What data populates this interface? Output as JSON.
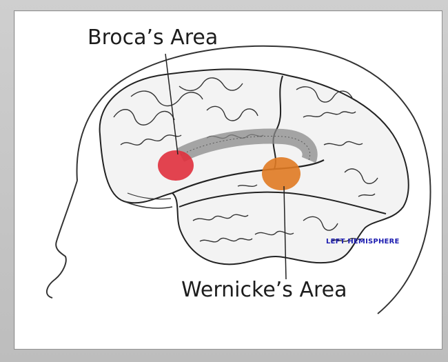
{
  "labels": {
    "broca": "Broca’s Area",
    "wernicke": "Wernicke’s Area",
    "hemisphere": "LEFT HEMISPHERE"
  },
  "colors": {
    "broca_region": "#e0303d",
    "wernicke_region": "#e07a22",
    "hemisphere_text": "#1c1cb0"
  },
  "icons": [
    "head-outline-icon",
    "brain-icon",
    "arcuate-fasciculus-icon"
  ]
}
